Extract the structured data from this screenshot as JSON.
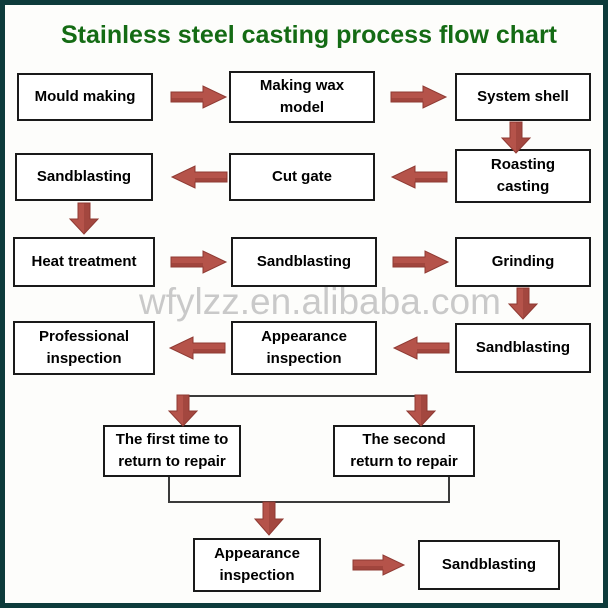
{
  "title": "Stainless steel casting process flow chart",
  "watermark": "wfylzz.en.alibaba.com",
  "colors": {
    "title_green": "#146b14",
    "frame_teal": "#0d3b3b",
    "arrow_red": "#b5534a",
    "arrow_dark": "#8f3a33",
    "node_border": "#1a1a1a",
    "watermark_gray": "#c9c9c9",
    "background": "#fdfdfb"
  },
  "chart_data": {
    "type": "flowchart",
    "title": "Stainless steel casting process flow chart",
    "nodes": [
      {
        "id": "n1",
        "label": "Mould making"
      },
      {
        "id": "n2",
        "label": "Making wax model"
      },
      {
        "id": "n3",
        "label": "System shell"
      },
      {
        "id": "n4",
        "label": "Roasting casting"
      },
      {
        "id": "n5",
        "label": "Cut gate"
      },
      {
        "id": "n6",
        "label": "Sandblasting"
      },
      {
        "id": "n7",
        "label": "Heat treatment"
      },
      {
        "id": "n8",
        "label": "Sandblasting"
      },
      {
        "id": "n9",
        "label": "Grinding"
      },
      {
        "id": "n10",
        "label": "Sandblasting"
      },
      {
        "id": "n11",
        "label": "Appearance inspection"
      },
      {
        "id": "n12",
        "label": "Professional inspection"
      },
      {
        "id": "n13",
        "label": "The first time to return to repair"
      },
      {
        "id": "n14",
        "label": "The second return to repair"
      },
      {
        "id": "n15",
        "label": "Appearance inspection"
      },
      {
        "id": "n16",
        "label": "Sandblasting"
      }
    ],
    "edges": [
      {
        "from": "n1",
        "to": "n2",
        "direction": "right"
      },
      {
        "from": "n2",
        "to": "n3",
        "direction": "right"
      },
      {
        "from": "n3",
        "to": "n4",
        "direction": "down"
      },
      {
        "from": "n4",
        "to": "n5",
        "direction": "left"
      },
      {
        "from": "n5",
        "to": "n6",
        "direction": "left"
      },
      {
        "from": "n6",
        "to": "n7",
        "direction": "down"
      },
      {
        "from": "n7",
        "to": "n8",
        "direction": "right"
      },
      {
        "from": "n8",
        "to": "n9",
        "direction": "right"
      },
      {
        "from": "n9",
        "to": "n10",
        "direction": "down"
      },
      {
        "from": "n10",
        "to": "n11",
        "direction": "left"
      },
      {
        "from": "n11",
        "to": "n12",
        "direction": "left"
      },
      {
        "from": "n12",
        "to": "n13",
        "direction": "down"
      },
      {
        "from": "n12",
        "to": "n14",
        "direction": "down"
      },
      {
        "from": "n13",
        "to": "n15",
        "direction": "down"
      },
      {
        "from": "n14",
        "to": "n15",
        "direction": "down"
      },
      {
        "from": "n15",
        "to": "n16",
        "direction": "right"
      }
    ]
  },
  "nodes": {
    "n1": {
      "line1": "Mould making"
    },
    "n2": {
      "line1": "Making wax",
      "line2": "model"
    },
    "n3": {
      "line1": "System shell"
    },
    "n4": {
      "line1": "Roasting",
      "line2": "casting"
    },
    "n5": {
      "line1": "Cut gate"
    },
    "n6": {
      "line1": "Sandblasting"
    },
    "n7": {
      "line1": "Heat treatment"
    },
    "n8": {
      "line1": "Sandblasting"
    },
    "n9": {
      "line1": "Grinding"
    },
    "n10": {
      "line1": "Sandblasting"
    },
    "n11": {
      "line1": "Appearance",
      "line2": "inspection"
    },
    "n12": {
      "line1": "Professional",
      "line2": "inspection"
    },
    "n13": {
      "line1": "The first time to",
      "line2": "return to repair"
    },
    "n14": {
      "line1": "The second",
      "line2": "return to repair"
    },
    "n15": {
      "line1": "Appearance",
      "line2": "inspection"
    },
    "n16": {
      "line1": "Sandblasting"
    }
  }
}
